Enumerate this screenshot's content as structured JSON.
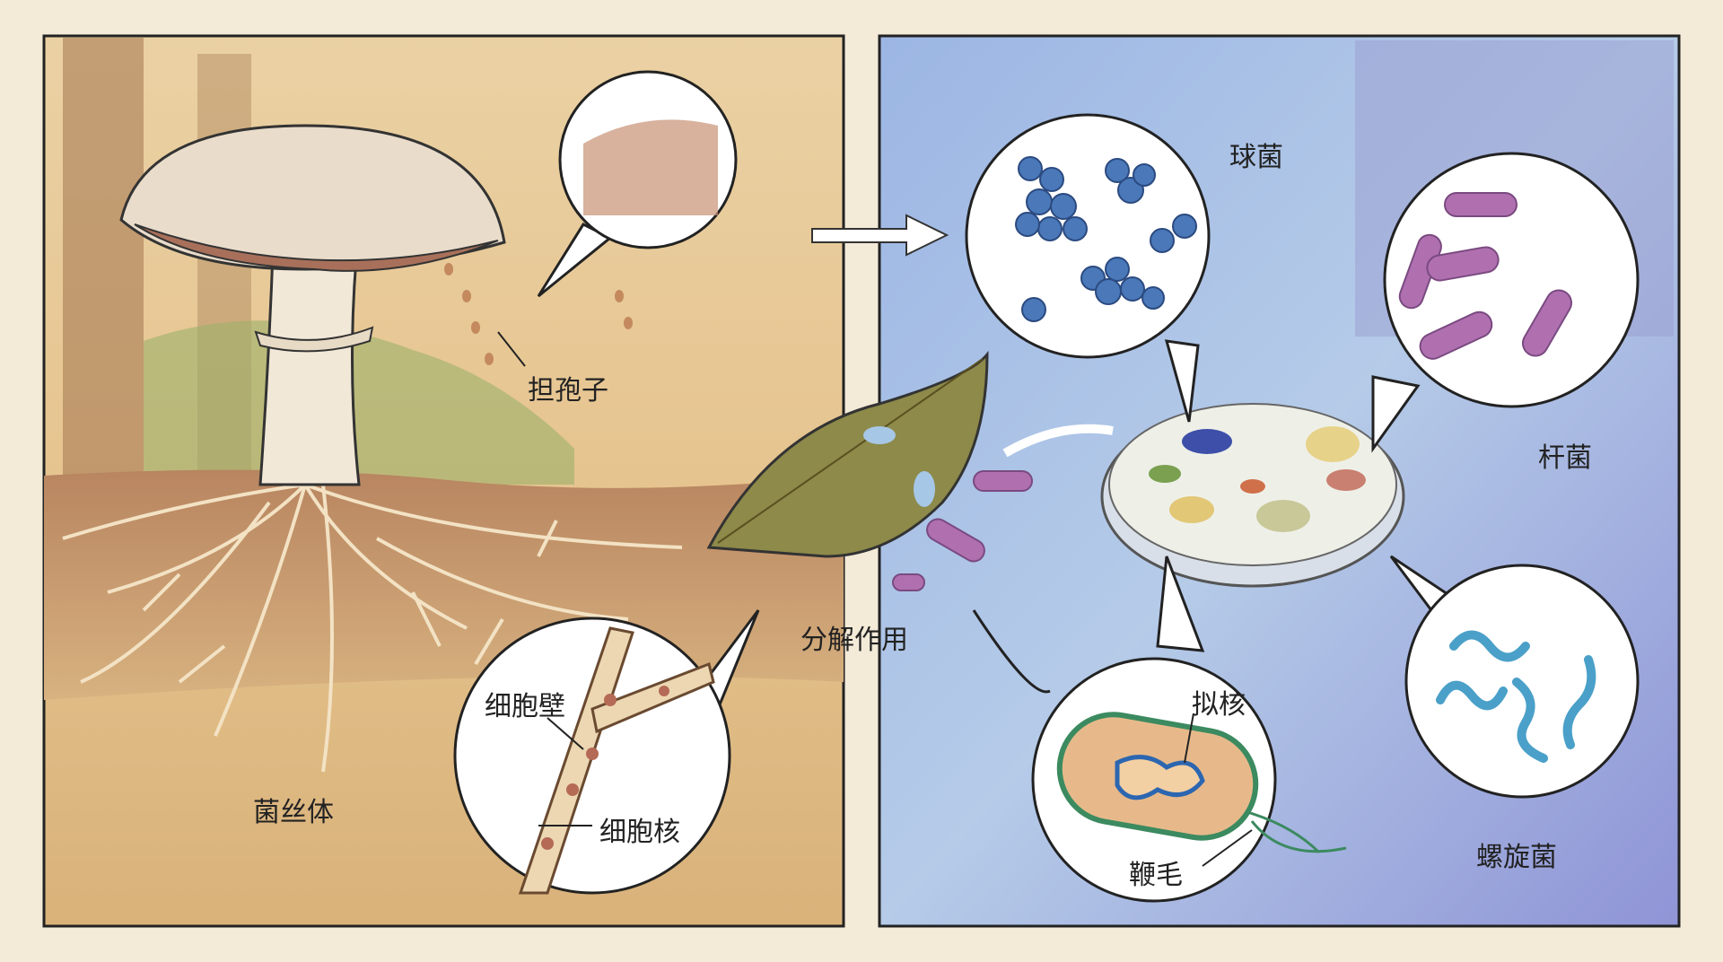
{
  "labels": {
    "basidiospore": "担孢子",
    "mycelium": "菌丝体",
    "cell_wall": "细胞壁",
    "nucleus": "细胞核",
    "decomposition": "分解作用",
    "coccus": "球菌",
    "bacillus": "杆菌",
    "nucleoid": "拟核",
    "flagellum": "鞭毛",
    "spirillum": "螺旋菌"
  },
  "colors": {
    "fungi_panel": "#e2c08e",
    "bacteria_panel": "#9fb3e0",
    "coccus": "#4a78b8",
    "bacillus": "#b070b0",
    "spirillum": "#4aa0c8"
  }
}
